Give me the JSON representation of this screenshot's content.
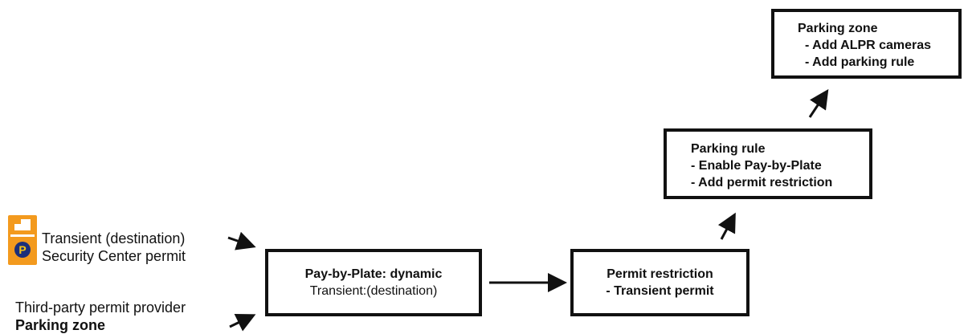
{
  "boxes": {
    "parking_zone": {
      "title": "Parking zone",
      "lines": [
        "- Add ALPR cameras",
        "- Add parking rule"
      ]
    },
    "parking_rule": {
      "title": "Parking rule",
      "lines": [
        "- Enable Pay-by-Plate",
        "- Add permit restriction"
      ]
    },
    "permit_restriction": {
      "title": "Permit restriction",
      "lines": [
        "- Transient permit"
      ]
    },
    "pay_by_plate": {
      "title": "Pay-by-Plate: dynamic",
      "lines": [
        "Transient:(destination)"
      ]
    }
  },
  "inputs": {
    "security_center": {
      "line1": "Transient (destination)",
      "line2": "Security Center permit"
    },
    "third_party": {
      "line1": "Third-party permit provider",
      "line2": "Parking zone"
    }
  },
  "icon": {
    "name": "parking-permit-icon",
    "symbol": "P",
    "color": "#f39a1e"
  },
  "colors": {
    "stroke": "#111111",
    "background": "#ffffff"
  }
}
